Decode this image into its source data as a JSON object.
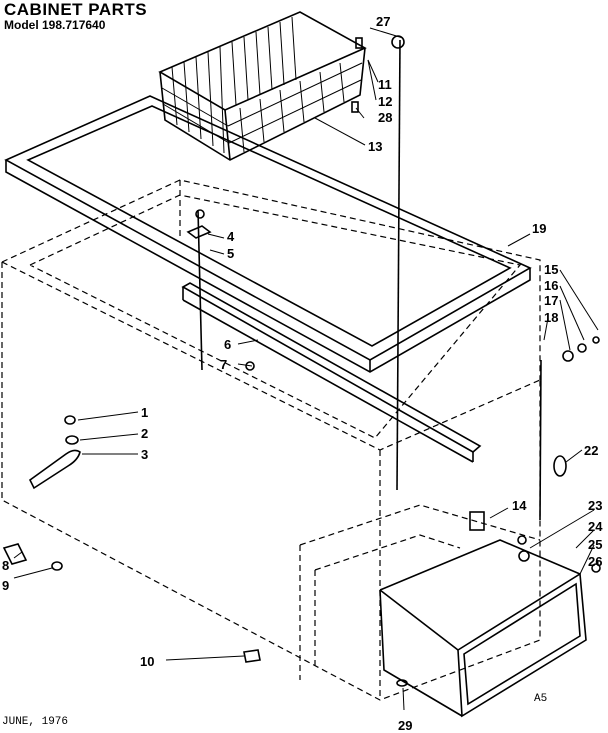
{
  "header": {
    "title": "CABINET PARTS",
    "model": "Model 198.717640"
  },
  "footer": {
    "date": "JUNE, 1976",
    "code": "A5"
  },
  "callouts": [
    "1",
    "2",
    "3",
    "4",
    "5",
    "6",
    "7",
    "8",
    "9",
    "10",
    "11",
    "12",
    "13",
    "14",
    "15",
    "16",
    "17",
    "18",
    "19",
    "22",
    "23",
    "24",
    "25",
    "26",
    "27",
    "28",
    "29"
  ]
}
